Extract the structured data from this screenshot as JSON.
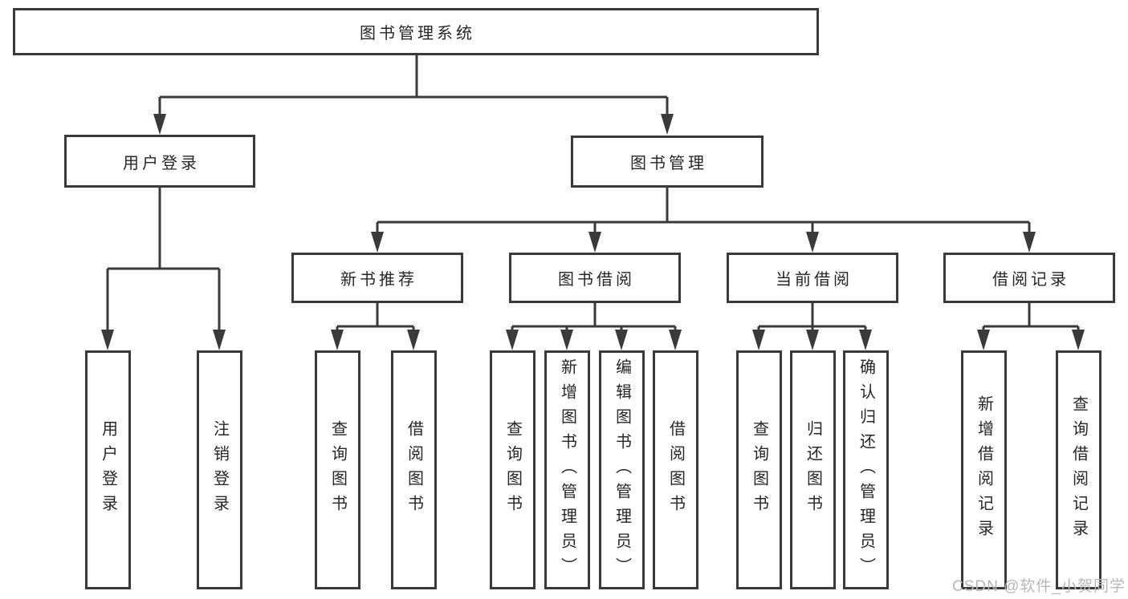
{
  "tree": {
    "root": {
      "label": "图书管理系统"
    },
    "branches": [
      {
        "label": "用户登录",
        "children": [
          "用户登录",
          "注销登录"
        ]
      },
      {
        "label": "图书管理",
        "groups": [
          {
            "label": "新书推荐",
            "children": [
              "查询图书",
              "借阅图书"
            ]
          },
          {
            "label": "图书借阅",
            "children": [
              "查询图书",
              "新增图书（管理员）",
              "编辑图书（管理员）",
              "借阅图书"
            ]
          },
          {
            "label": "当前借阅",
            "children": [
              "查询图书",
              "归还图书",
              "确认归还（管理员）"
            ]
          },
          {
            "label": "借阅记录",
            "children": [
              "新增借阅记录",
              "查询借阅记录"
            ]
          }
        ]
      }
    ]
  },
  "watermark": {
    "text": "CSDN @软件_小贺同学"
  },
  "colors": {
    "line": "#3a3a3a",
    "text": "#262626",
    "watermark": "#b8b8b8",
    "background": "#ffffff"
  }
}
